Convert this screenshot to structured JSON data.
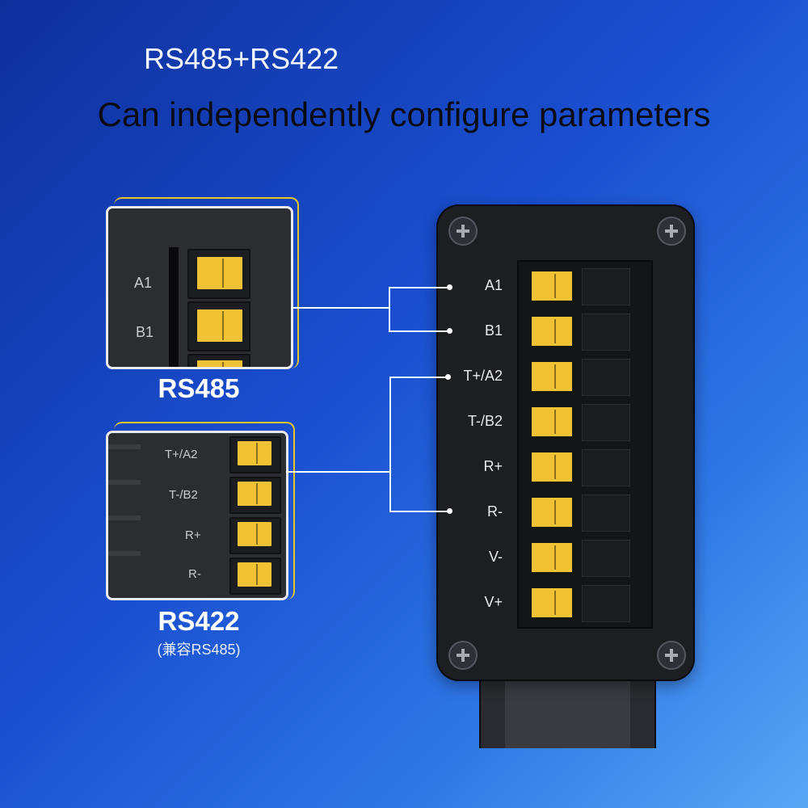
{
  "header": {
    "title": "RS485+RS422",
    "subtitle": "Can independently configure parameters"
  },
  "rs485_panel": {
    "labels": [
      "A1",
      "B1"
    ],
    "caption": "RS485"
  },
  "rs422_panel": {
    "labels": [
      "T+/A2",
      "T-/B2",
      "R+",
      "R-"
    ],
    "caption": "RS422",
    "note": "(兼容RS485)"
  },
  "device": {
    "pins": [
      "A1",
      "B1",
      "T+/A2",
      "T-/B2",
      "R+",
      "R-",
      "V-",
      "V+"
    ]
  },
  "colors": {
    "terminal": "#f1c234",
    "accent": "#e8c628",
    "device_body": "#1d1e22"
  }
}
